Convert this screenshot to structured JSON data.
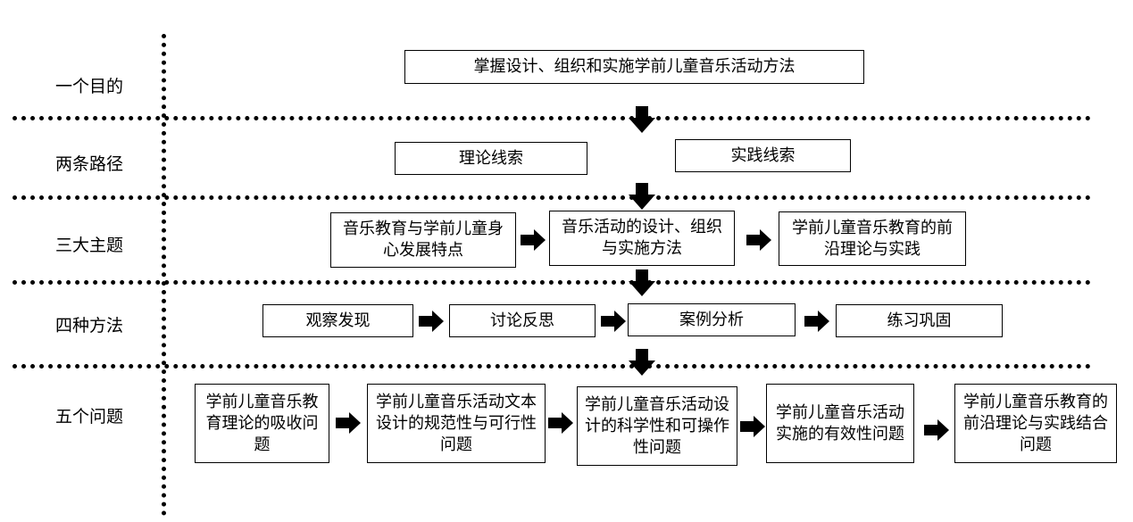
{
  "rows": {
    "r1": {
      "label": "一个目的",
      "items": [
        "掌握设计、组织和实施学前儿童音乐活动方法"
      ]
    },
    "r2": {
      "label": "两条路径",
      "items": [
        "理论线索",
        "实践线索"
      ]
    },
    "r3": {
      "label": "三大主题",
      "items": [
        "音乐教育与学前儿童身心发展特点",
        "音乐活动的设计、组织与实施方法",
        "学前儿童音乐教育的前沿理论与实践"
      ]
    },
    "r4": {
      "label": "四种方法",
      "items": [
        "观察发现",
        "讨论反思",
        "案例分析",
        "练习巩固"
      ]
    },
    "r5": {
      "label": "五个问题",
      "items": [
        "学前儿童音乐教育理论的吸收问题",
        "学前儿童音乐活动文本设计的规范性与可行性问题",
        "学前儿童音乐活动设计的科学性和可操作性问题",
        "学前儿童音乐活动实施的有效性问题",
        "学前儿童音乐教育的前沿理论与实践结合问题"
      ]
    }
  }
}
